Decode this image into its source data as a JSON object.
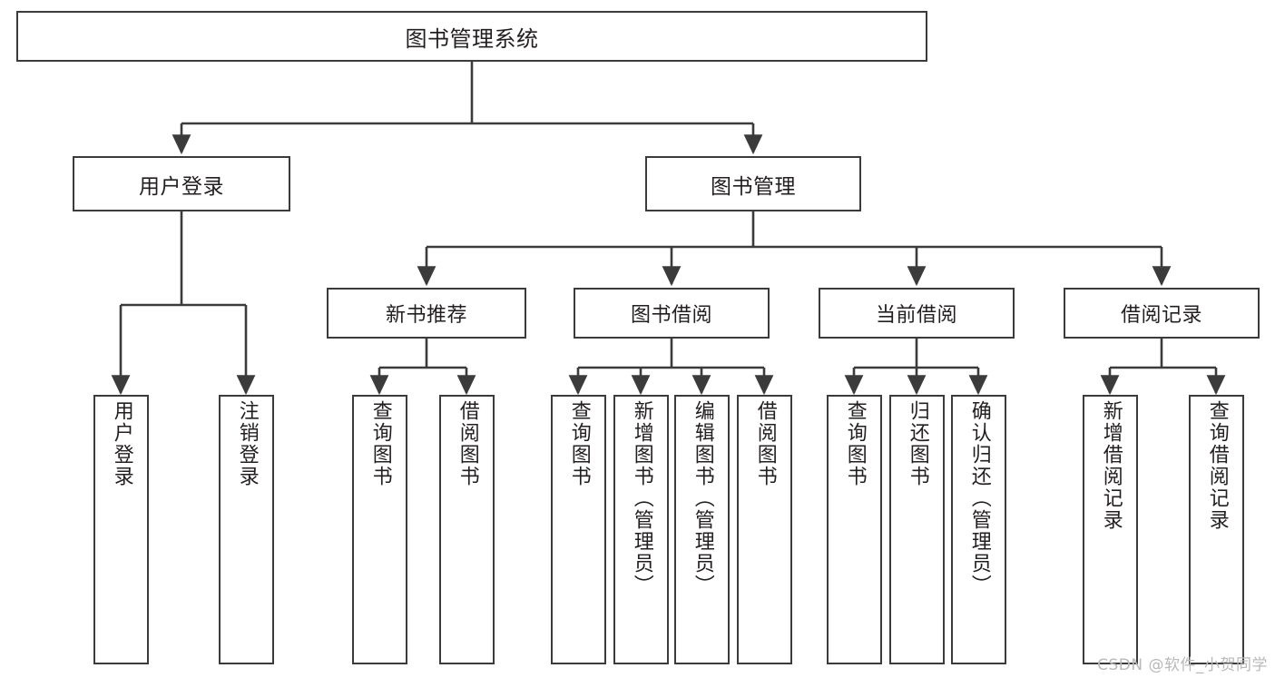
{
  "diagram": {
    "title": "图书管理系统",
    "watermark": "CSDN @软件_小贺同学",
    "colors": {
      "stroke": "#3b3b3b",
      "text": "#231f20",
      "background": "#ffffff",
      "watermark": "#b9b9b9"
    },
    "root": {
      "label": "图书管理系统"
    },
    "level1": [
      {
        "label": "用户登录"
      },
      {
        "label": "图书管理"
      }
    ],
    "level2": [
      {
        "label": "新书推荐"
      },
      {
        "label": "图书借阅"
      },
      {
        "label": "当前借阅"
      },
      {
        "label": "借阅记录"
      }
    ],
    "leaves": {
      "user_login": [
        {
          "label": "用户登录"
        },
        {
          "label": "注销登录"
        }
      ],
      "new_book": [
        {
          "label": "查询图书"
        },
        {
          "label": "借阅图书"
        }
      ],
      "book_borrow": [
        {
          "label": "查询图书"
        },
        {
          "label": "新增图书（管理员）"
        },
        {
          "label": "编辑图书（管理员）"
        },
        {
          "label": "借阅图书"
        }
      ],
      "current_borrow": [
        {
          "label": "查询图书"
        },
        {
          "label": "归还图书"
        },
        {
          "label": "确认归还（管理员）"
        }
      ],
      "borrow_record": [
        {
          "label": "新增借阅记录"
        },
        {
          "label": "查询借阅记录"
        }
      ]
    }
  }
}
